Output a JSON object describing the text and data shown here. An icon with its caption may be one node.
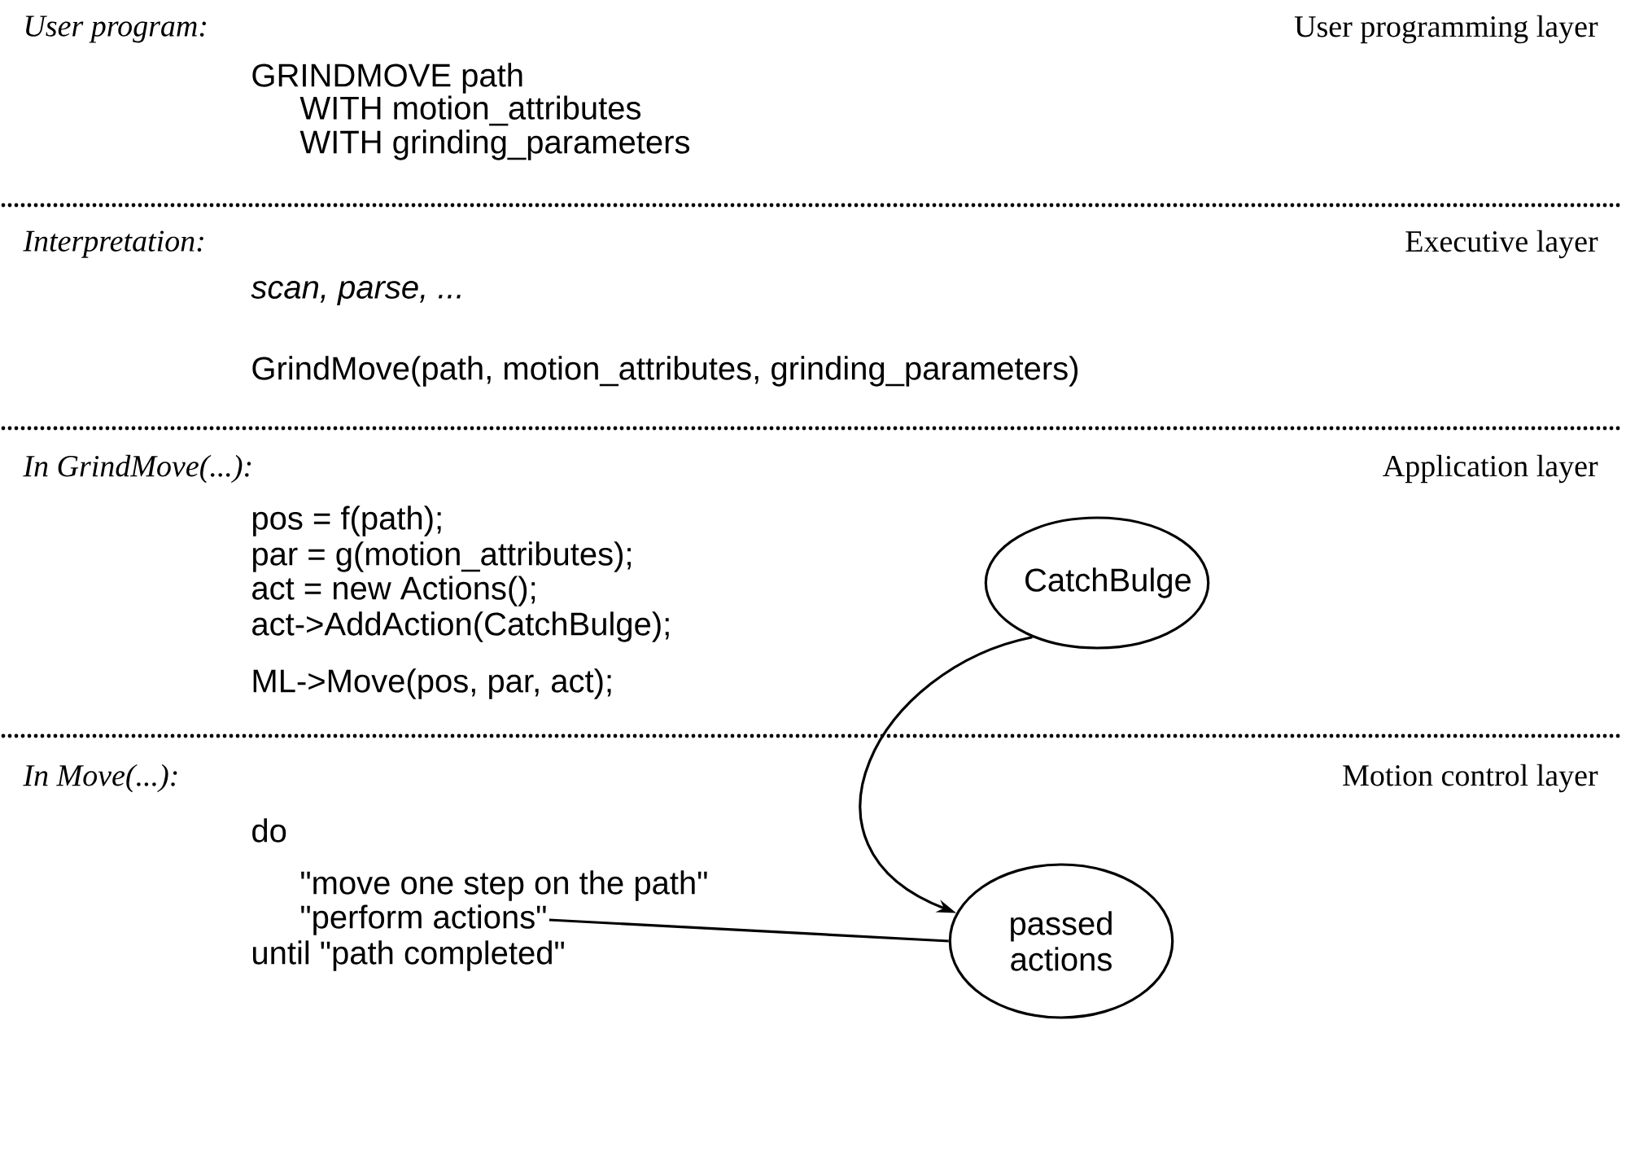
{
  "diagram": {
    "nodes": [
      {
        "text": [
          "CatchBulge"
        ]
      },
      {
        "text": [
          "passed actions"
        ]
      },
      {
        "text": [
          "\"perform actions\""
        ]
      }
    ],
    "edges": [
      {
        "from": 0,
        "to": 1,
        "arrow": "to"
      },
      {
        "from": 2,
        "to": 1,
        "arrow": "none"
      }
    ],
    "labels": [
      "User program:",
      "User programming layer",
      "GRINDMOVE path",
      "WITH motion_attributes",
      "WITH grinding_parameters",
      "Interpretation:",
      "Executive layer",
      "scan, parse, ...",
      "GrindMove(path, motion_attributes, grinding_parameters)",
      "In GrindMove(...):",
      "Application layer",
      "pos = f(path);",
      "par = g(motion_attributes);",
      "act = new Actions();",
      "act->AddAction(CatchBulge);",
      "ML->Move(pos, par, act);",
      "In Move(...):",
      "Motion control layer",
      "do",
      "\"move one step on the path\"",
      "until \"path completed\""
    ]
  }
}
